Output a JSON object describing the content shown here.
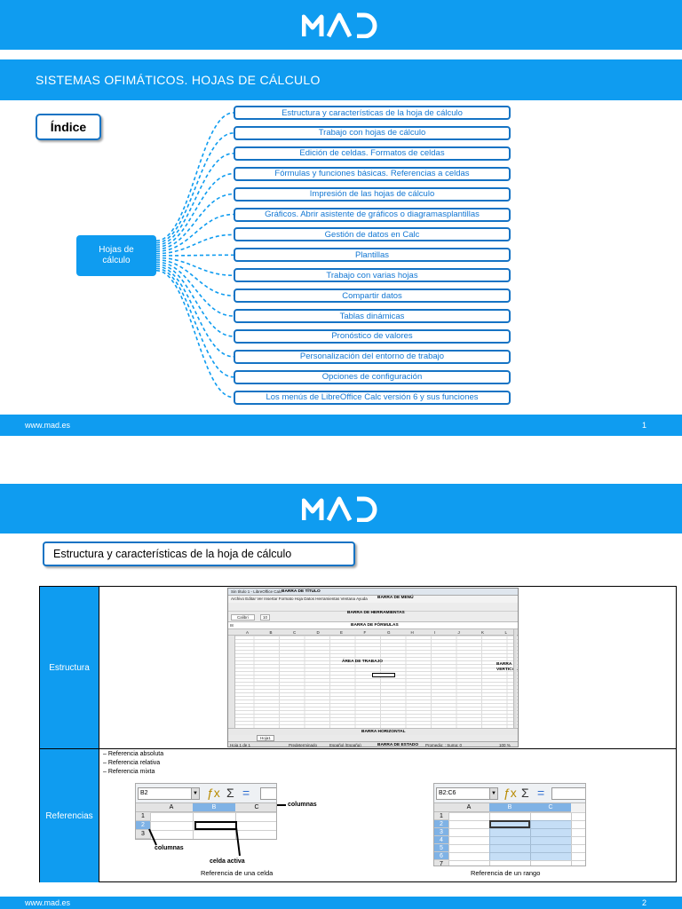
{
  "brand": {
    "logo_text": "MAD",
    "accent": "#0f9cf0",
    "border": "#1573c4",
    "topic_text_color": "#1277d3",
    "website": "www.mad.es"
  },
  "slide1": {
    "section_title": "SISTEMAS OFIMÁTICOS. HOJAS DE CÁLCULO",
    "index_label": "Índice",
    "hub_label_line1": "Hojas de",
    "hub_label_line2": "cálculo",
    "topics": [
      "Estructura y características de la hoja de cálculo",
      "Trabajo con hojas de cálculo",
      "Edición de celdas. Formatos de celdas",
      "Fórmulas y funciones básicas. Referencias a celdas",
      "Impresión de las hojas de cálculo",
      "Gráficos. Abrir asistente de gráficos o diagramasplantillas",
      "Gestión de datos en Calc",
      "Plantillas",
      "Trabajo con varias hojas",
      "Compartir datos",
      "Tablas dinámicas",
      "Pronóstico de valores",
      "Personalización del entorno de trabajo",
      "Opciones de configuración",
      "Los menús de LibreOffice Calc versión 6 y sus funciones"
    ],
    "page_number": "1"
  },
  "slide2": {
    "title": "Estructura y características de la hoja de cálculo",
    "row1_label": "Estructura",
    "row2_label": "Referencias",
    "screenshot": {
      "window_title": "Sin título 1 - LibreOffice Calc",
      "bar_title": "BARRA DE TÍTULO",
      "menu_bar": "BARRA DE MENÚ",
      "menus": "Archivo  Editar  Ver  Insertar  Formato  Hoja  Datos  Herramientas  Ventana  Ayuda",
      "toolbar": "BARRA DE HERRAMIENTAS",
      "font_name": "Calibri",
      "font_size": "10",
      "formula_bar": "BARRA DE FÓRMULAS",
      "name_box": "I8",
      "columns": [
        "A",
        "B",
        "C",
        "D",
        "E",
        "F",
        "G",
        "H",
        "I",
        "J",
        "K",
        "L"
      ],
      "work_area": "ÁREA DE TRABAJO",
      "vertical_bar_line1": "BARRA",
      "vertical_bar_line2": "VERTICAL",
      "horizontal_bar": "BARRA HORIZONTAL",
      "sheet_tab": "Hoja1",
      "status_bar": "BARRA DE ESTADO",
      "status_left": "Hoja 1 de 1",
      "status_style": "Predeterminado",
      "status_lang": "Español (España)",
      "status_sum": "Promedio: ; Suma: 0",
      "zoom": "100 %"
    },
    "references": {
      "items": [
        "– Referencia absoluta",
        "– Referencia relativa",
        "– Referencia mixta"
      ],
      "cell_example": {
        "name_box": "B2",
        "cols": [
          "A",
          "B",
          "C"
        ],
        "rows": [
          "1",
          "2",
          "3"
        ],
        "label_columns": "columnas",
        "label_rows": "columnas",
        "label_active": "celda activa",
        "caption": "Referencia de una celda"
      },
      "range_example": {
        "name_box": "B2:C6",
        "cols": [
          "A",
          "B",
          "C"
        ],
        "rows": [
          "1",
          "2",
          "3",
          "4",
          "5",
          "6",
          "7"
        ],
        "caption": "Referencia de un rango"
      },
      "sigma": "Σ",
      "equals": "="
    },
    "page_number": "2"
  }
}
